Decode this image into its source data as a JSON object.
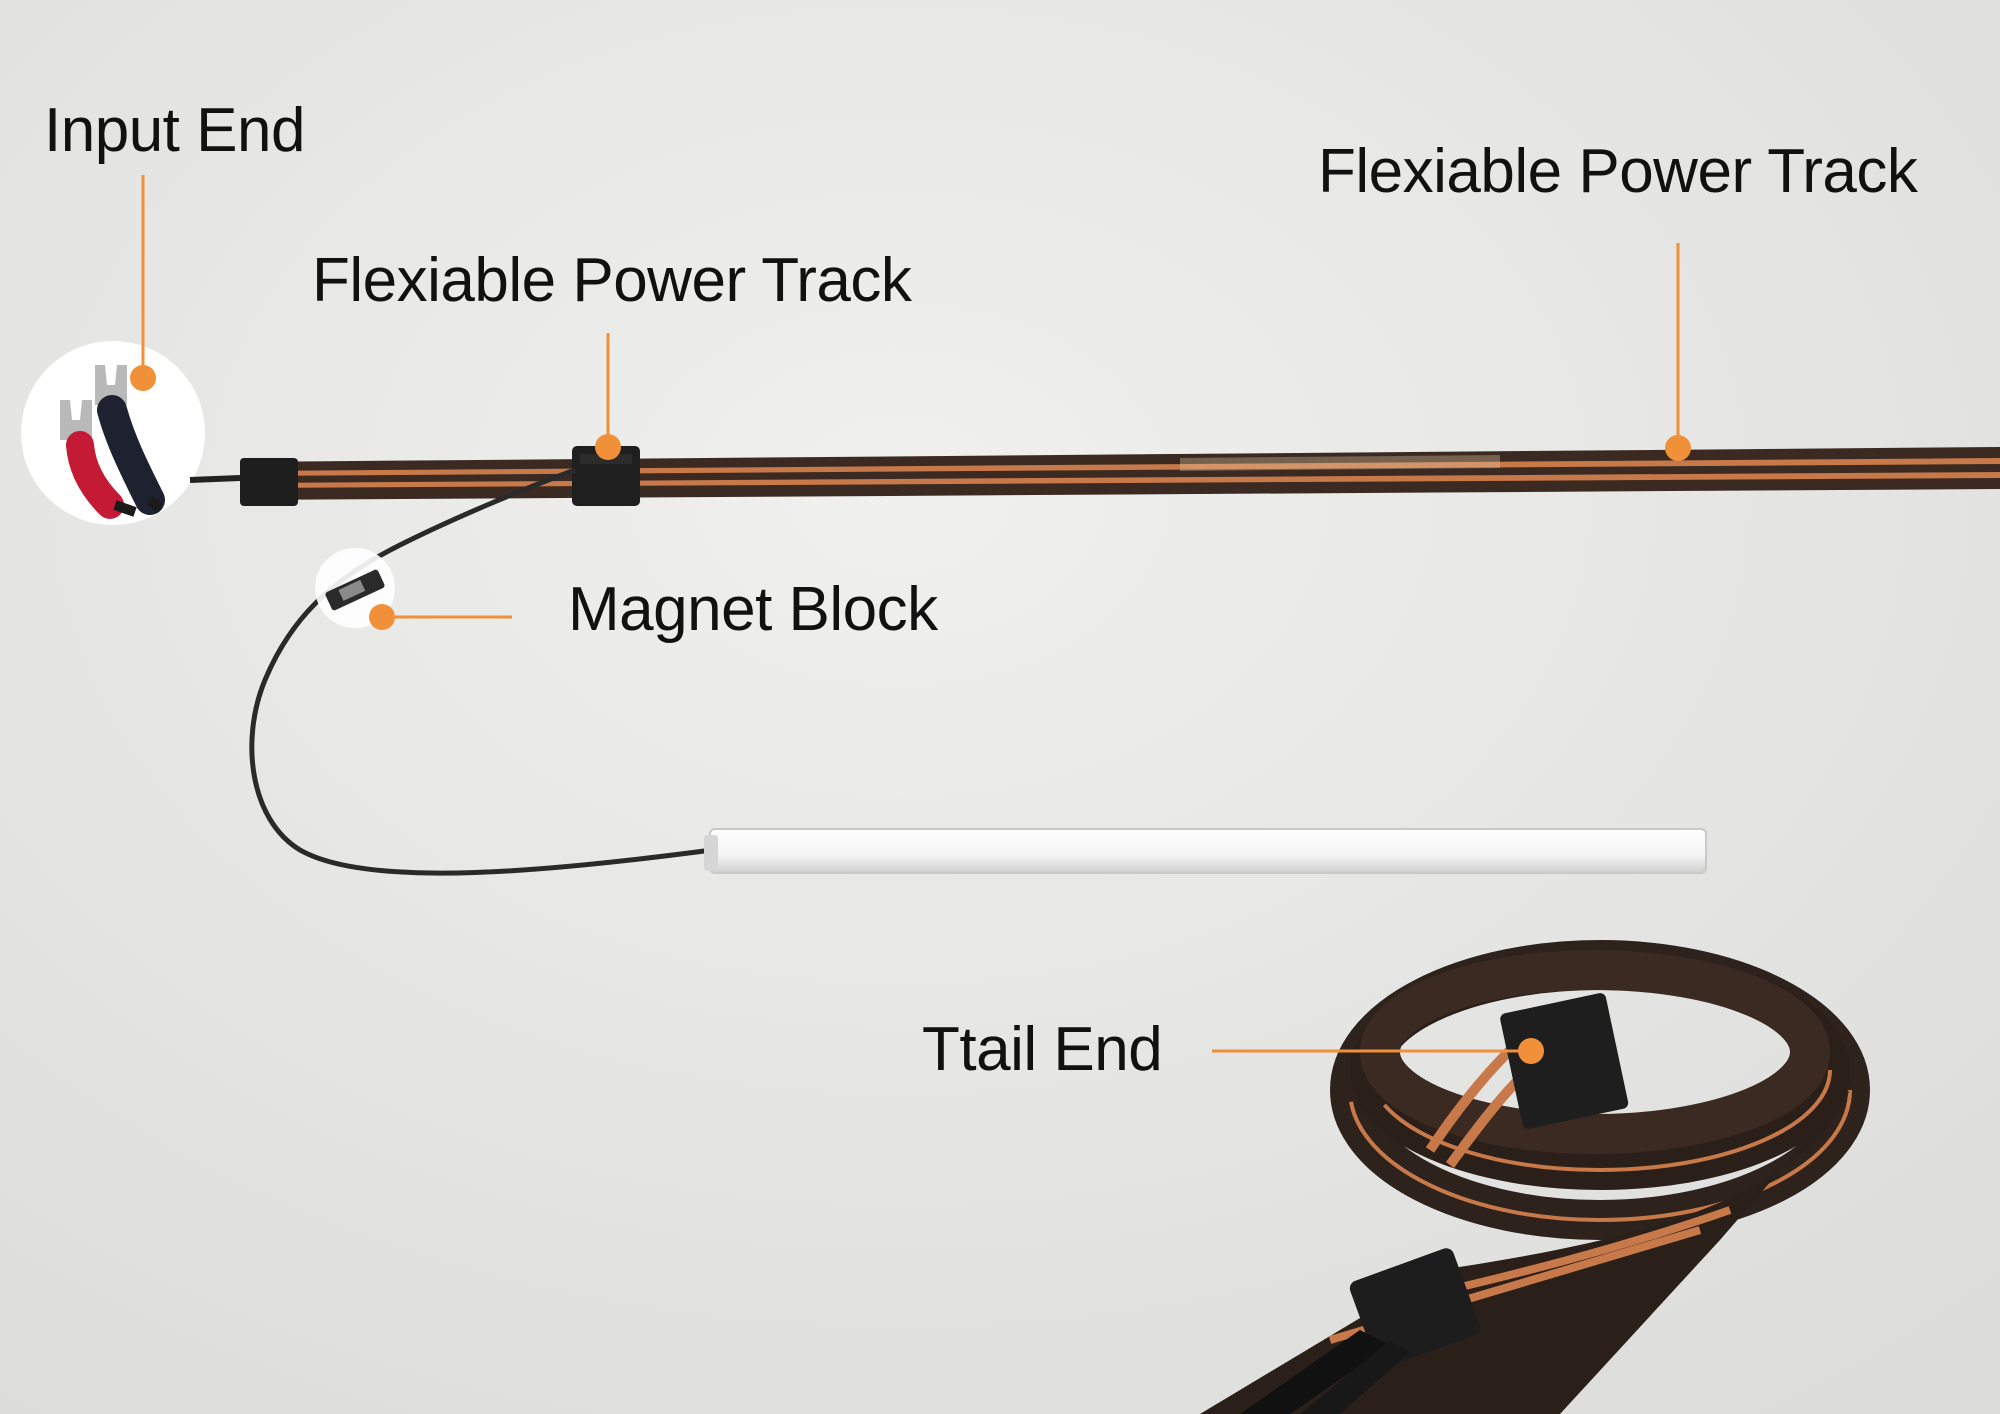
{
  "colors": {
    "accent": "#f0913a",
    "background": "#e9e9e7",
    "track_body": "#3a2a22",
    "copper": "#c8794a",
    "text": "#111111"
  },
  "labels": {
    "input_end": "Input End",
    "track_left": "Flexiable Power Track",
    "track_right": "Flexiable Power Track",
    "magnet_block": "Magnet Block",
    "tail_end": "Ttail End"
  },
  "icons": [
    "spade-terminal-icon",
    "magnet-block-icon",
    "connector-block-icon"
  ]
}
